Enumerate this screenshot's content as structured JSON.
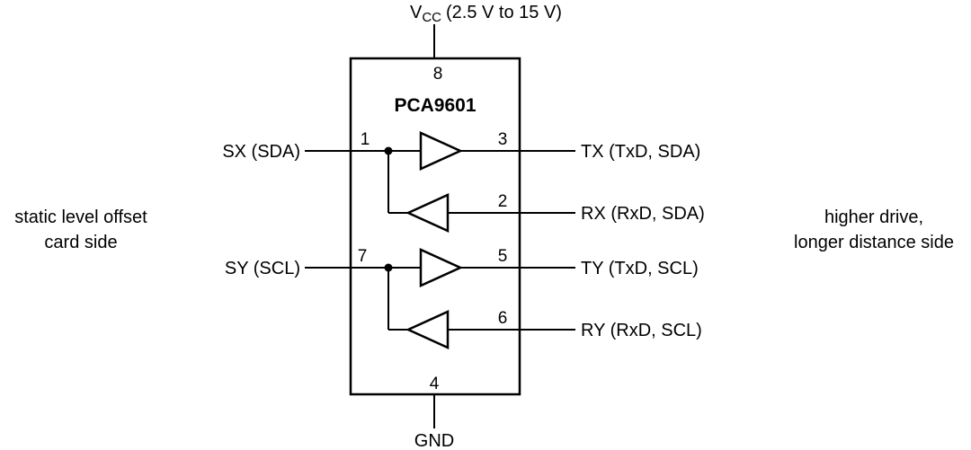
{
  "diagram": {
    "chip_name": "PCA9601",
    "vcc": {
      "symbol": "V",
      "subscript": "CC",
      "range": "(2.5 V to 15 V)"
    },
    "gnd_label": "GND",
    "pins": {
      "vcc_number": "8",
      "gnd_number": "4",
      "sx": {
        "number": "1",
        "label": "SX (SDA)"
      },
      "sy": {
        "number": "7",
        "label": "SY (SCL)"
      },
      "tx": {
        "number": "3",
        "label": "TX (TxD, SDA)"
      },
      "rx": {
        "number": "2",
        "label": "RX (RxD, SDA)"
      },
      "ty": {
        "number": "5",
        "label": "TY (TxD, SCL)"
      },
      "ry": {
        "number": "6",
        "label": "RY (RxD, SCL)"
      }
    },
    "side_notes": {
      "left_line1": "static level offset",
      "left_line2": "card side",
      "right_line1": "higher drive,",
      "right_line2": "longer distance side"
    },
    "colors": {
      "line": "#000000",
      "background": "#ffffff"
    }
  }
}
